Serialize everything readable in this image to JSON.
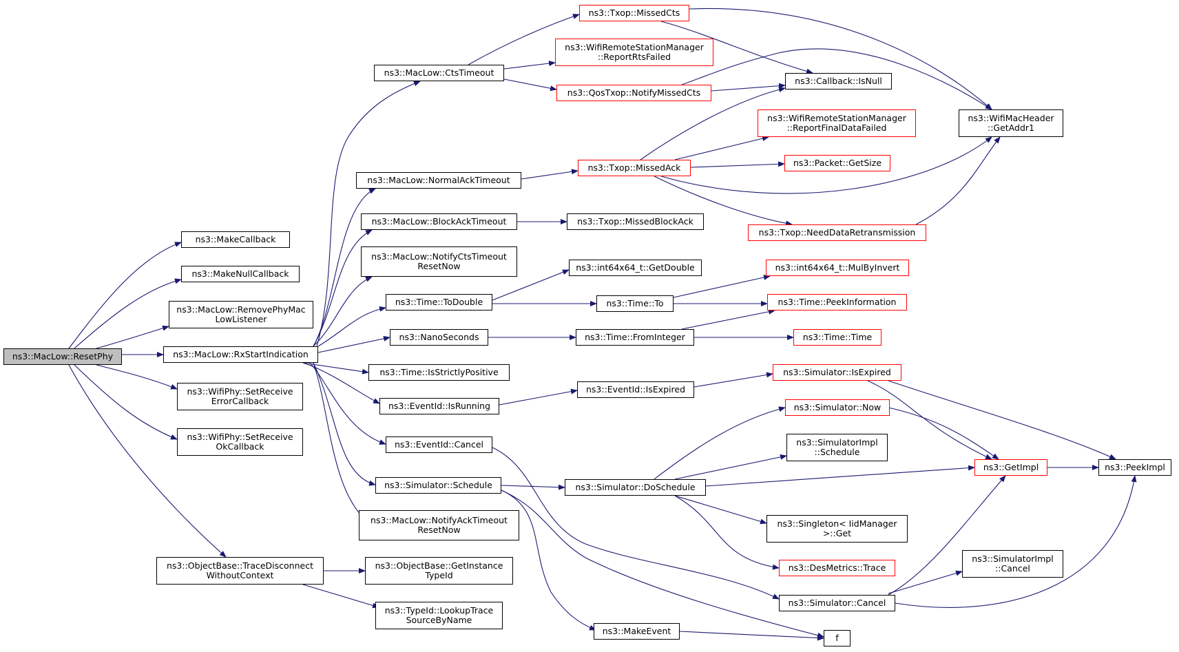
{
  "nodes": {
    "resetphy": "ns3::MacLow::ResetPhy",
    "makecallback": "ns3::MakeCallback",
    "makenullcallback": "ns3::MakeNullCallback",
    "removephymaclowlistener": "ns3::MacLow::RemovePhyMac\nLowListener",
    "rxstartindication": "ns3::MacLow::RxStartIndication",
    "setreceiveerrorcallback": "ns3::WifiPhy::SetReceive\nErrorCallback",
    "setreceiveokcallback": "ns3::WifiPhy::SetReceive\nOkCallback",
    "tracedisconnect": "ns3::ObjectBase::TraceDisconnect\nWithoutContext",
    "ctstimeout": "ns3::MacLow::CtsTimeout",
    "normalacktimeout": "ns3::MacLow::NormalAckTimeout",
    "blockacktimeout": "ns3::MacLow::BlockAckTimeout",
    "notifyctstimeout": "ns3::MacLow::NotifyCtsTimeout\nResetNow",
    "todouble": "ns3::Time::ToDouble",
    "nanoseconds": "ns3::NanoSeconds",
    "isstrictlypositive": "ns3::Time::IsStrictlyPositive",
    "isrunning": "ns3::EventId::IsRunning",
    "eventcancel": "ns3::EventId::Cancel",
    "simschedule": "ns3::Simulator::Schedule",
    "notifyacktimeout": "ns3::MacLow::NotifyAckTimeout\nResetNow",
    "getinstancetypeid": "ns3::ObjectBase::GetInstance\nTypeId",
    "lookuptrace": "ns3::TypeId::LookupTrace\nSourceByName",
    "missedcts": "ns3::Txop::MissedCts",
    "reportrtsfailed": "ns3::WifiRemoteStationManager\n::ReportRtsFailed",
    "notifymissedcts": "ns3::QosTxop::NotifyMissedCts",
    "callbackisnull": "ns3::Callback::IsNull",
    "getaddr1": "ns3::WifiMacHeader\n::GetAddr1",
    "reportfinaldatafailed": "ns3::WifiRemoteStationManager\n::ReportFinalDataFailed",
    "missedack": "ns3::Txop::MissedAck",
    "packetgetsize": "ns3::Packet::GetSize",
    "needdataretransmission": "ns3::Txop::NeedDataRetransmission",
    "missedblockack": "ns3::Txop::MissedBlockAck",
    "getdouble": "ns3::int64x64_t::GetDouble",
    "timeto": "ns3::Time::To",
    "mulbyinvert": "ns3::int64x64_t::MulByInvert",
    "peekinformation": "ns3::Time::PeekInformation",
    "frominteger": "ns3::Time::FromInteger",
    "timetime": "ns3::Time::Time",
    "isexpired": "ns3::EventId::IsExpired",
    "simisexpired": "ns3::Simulator::IsExpired",
    "simnow": "ns3::Simulator::Now",
    "implschedule": "ns3::SimulatorImpl\n::Schedule",
    "doschedule": "ns3::Simulator::DoSchedule",
    "getimpl": "ns3::GetImpl",
    "peekimpl": "ns3::PeekImpl",
    "singletonget": "ns3::Singleton< IidManager\n>::Get",
    "desmetricstrace": "ns3::DesMetrics::Trace",
    "implcancel": "ns3::SimulatorImpl\n::Cancel",
    "simcancel": "ns3::Simulator::Cancel",
    "makeevent": "ns3::MakeEvent",
    "f": "f"
  },
  "colors": {
    "edge": "#191970",
    "red_border": "#ff0000",
    "root_fill": "#bfbfbf"
  }
}
